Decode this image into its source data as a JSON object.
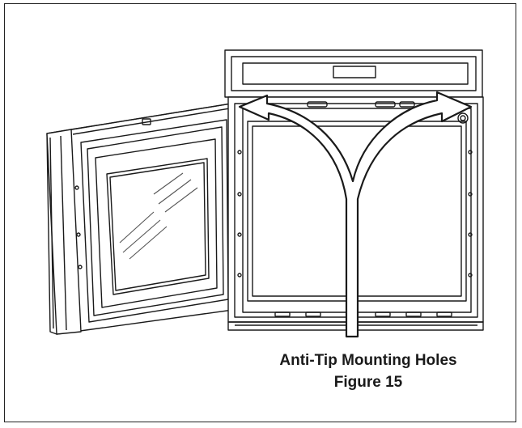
{
  "figure": {
    "caption_line1": "Anti-Tip Mounting Holes",
    "caption_line2": "Figure 15"
  },
  "colors": {
    "stroke": "#1a1a1a",
    "glass_hatch": "#555555",
    "frame": "#222222"
  },
  "icons": {
    "arrow": "curved-split-arrow",
    "oven": "wall-oven-line-drawing",
    "door": "open-oven-door-line-drawing"
  }
}
